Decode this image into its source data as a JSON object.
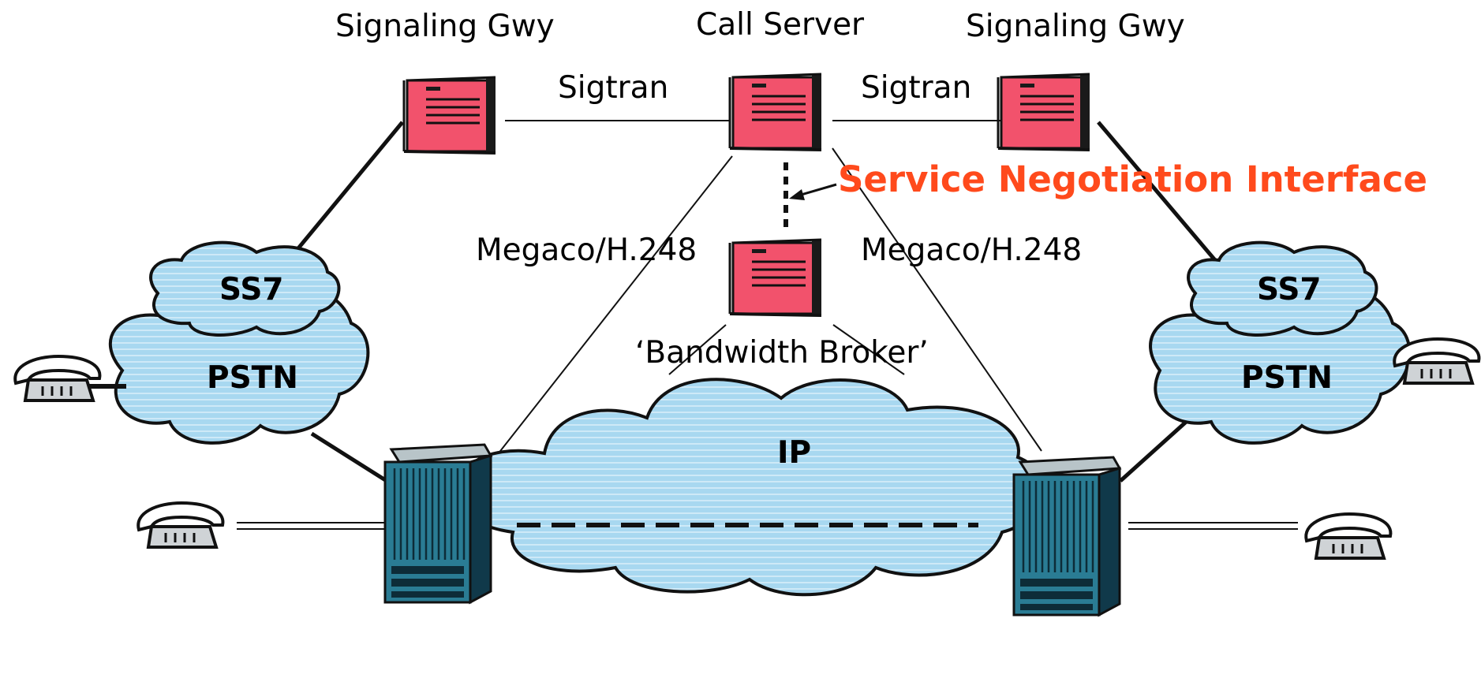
{
  "labels": {
    "sg_left": "Signaling Gwy",
    "call_server": "Call Server",
    "sg_right": "Signaling Gwy",
    "sigtran_left": "Sigtran",
    "sigtran_right": "Sigtran",
    "service_negotiation": "Service Negotiation Interface",
    "megaco_left": "Megaco/H.248",
    "megaco_right": "Megaco/H.248",
    "bandwidth_broker": "‘Bandwidth Broker’",
    "ss7_left": "SS7",
    "pstn_left": "PSTN",
    "ss7_right": "SS7",
    "pstn_right": "PSTN",
    "ip": "IP"
  },
  "colors": {
    "server_fill": "#f2526c",
    "server_dark": "#1a1a1a",
    "cloud_fill": "#a8d8f0",
    "gateway_front": "#2a7c94",
    "gateway_side": "#10394a",
    "gateway_top": "#b8c4c8",
    "accent_text": "#ff4a1c"
  },
  "icons": [
    "server-icon",
    "cloud-icon",
    "media-gateway-icon",
    "telephone-icon"
  ]
}
